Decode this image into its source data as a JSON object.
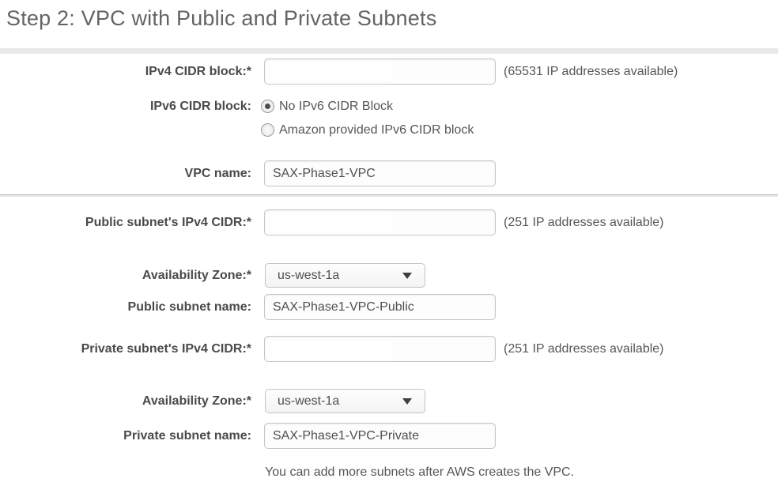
{
  "page": {
    "title": "Step 2: VPC with Public and Private Subnets",
    "footnote": "You can add more subnets after AWS creates the VPC."
  },
  "colors": {
    "title_gray": "#646464",
    "label_gray": "#4a4a4a",
    "bar_gray": "#e9e9e9",
    "divider_gray": "#b9b9b9",
    "input_border": "#c6c6c6"
  },
  "form": {
    "ipv4_cidr": {
      "label": "IPv4 CIDR block:*",
      "value": "",
      "note": "(65531 IP addresses available)"
    },
    "ipv6_cidr": {
      "label": "IPv6 CIDR block:",
      "options": [
        {
          "label": "No IPv6 CIDR Block",
          "selected": true
        },
        {
          "label": "Amazon provided IPv6 CIDR block",
          "selected": false
        }
      ]
    },
    "vpc_name": {
      "label": "VPC name:",
      "value": "SAX-Phase1-VPC"
    },
    "public_cidr": {
      "label": "Public subnet's IPv4 CIDR:*",
      "value": "",
      "note": "(251 IP addresses available)"
    },
    "public_az": {
      "label": "Availability Zone:*",
      "value": "us-west-1a"
    },
    "public_subnet_name": {
      "label": "Public subnet name:",
      "value": "SAX-Phase1-VPC-Public"
    },
    "private_cidr": {
      "label": "Private subnet's IPv4 CIDR:*",
      "value": "",
      "note": "(251 IP addresses available)"
    },
    "private_az": {
      "label": "Availability Zone:*",
      "value": "us-west-1a"
    },
    "private_subnet_name": {
      "label": "Private subnet name:",
      "value": "SAX-Phase1-VPC-Private"
    }
  }
}
